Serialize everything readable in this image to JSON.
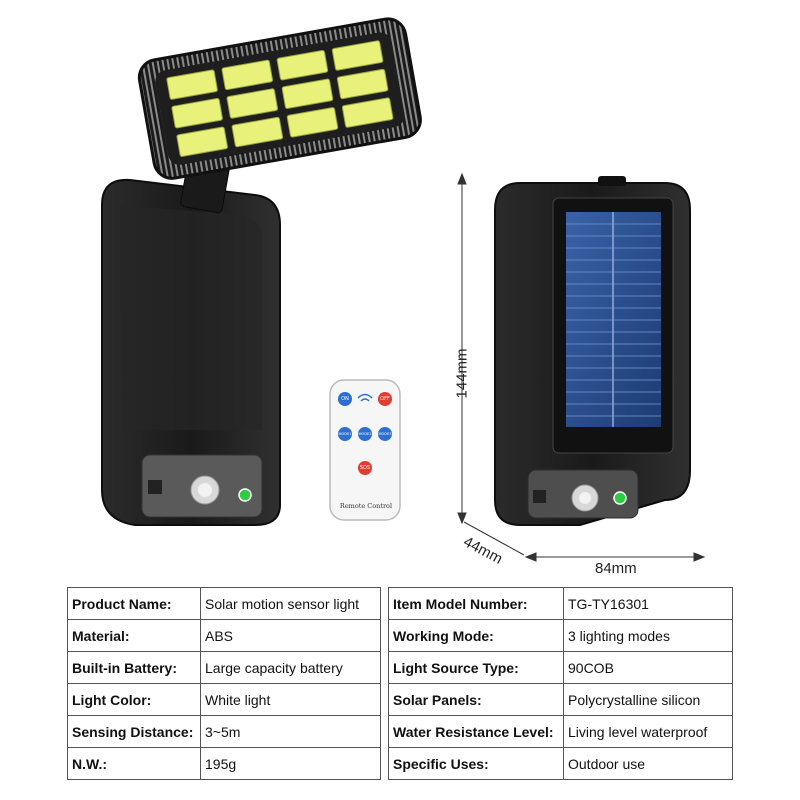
{
  "dimensions": {
    "height": "144mm",
    "depth": "44mm",
    "width": "84mm"
  },
  "remote": {
    "label": "Remote Control",
    "buttons": {
      "on": "ON",
      "off": "OFF",
      "mode1": "MODE1",
      "mode2": "MODE2",
      "mode3": "MODE3",
      "sos": "SOS"
    }
  },
  "colors": {
    "body": "#1e1e1e",
    "led": "#e8f27a",
    "solar": "#2a4d8a",
    "remote_blue": "#2c6fd1",
    "remote_red": "#e23b2f",
    "indicator": "#2ecc40"
  },
  "specs_left": [
    {
      "label": "Product Name:",
      "value": "Solar motion sensor light"
    },
    {
      "label": "Material:",
      "value": "ABS"
    },
    {
      "label": "Built-in Battery:",
      "value": "Large capacity battery"
    },
    {
      "label": "Light Color:",
      "value": "White light"
    },
    {
      "label": "Sensing Distance:",
      "value": "3~5m"
    },
    {
      "label": "N.W.:",
      "value": "195g"
    }
  ],
  "specs_right": [
    {
      "label": "Item Model Number:",
      "value": "TG-TY16301"
    },
    {
      "label": "Working Mode:",
      "value": "3 lighting modes"
    },
    {
      "label": "Light Source Type:",
      "value": "90COB"
    },
    {
      "label": "Solar Panels:",
      "value": "Polycrystalline silicon"
    },
    {
      "label": "Water Resistance Level:",
      "value": "Living level waterproof"
    },
    {
      "label": "Specific Uses:",
      "value": "Outdoor use"
    }
  ]
}
